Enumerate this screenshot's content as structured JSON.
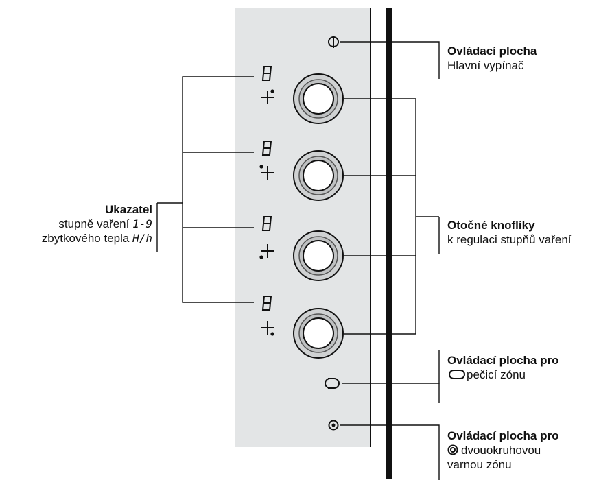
{
  "labels": {
    "main_switch": {
      "title": "Ovládací plocha",
      "text": "Hlavní vypínač"
    },
    "display": {
      "title": "Ukazatel",
      "line1": "stupně vaření",
      "line1_code": "1-9",
      "line2": "zbytkového tepla",
      "line2_code": "H/h"
    },
    "knobs": {
      "title": "Otočné knoflíky",
      "text": "k regulaci stupňů vaření"
    },
    "roaster": {
      "title": "Ovládací plocha pro",
      "text": "pečicí zónu"
    },
    "dual": {
      "title": "Ovládací plocha pro",
      "text1": "dvouokruhovou",
      "text2": "varnou zónu"
    }
  },
  "display_digit": "8",
  "colors": {
    "panel": "#e3e5e6",
    "line": "#111111",
    "knob_ring": "#cfd1d2"
  }
}
